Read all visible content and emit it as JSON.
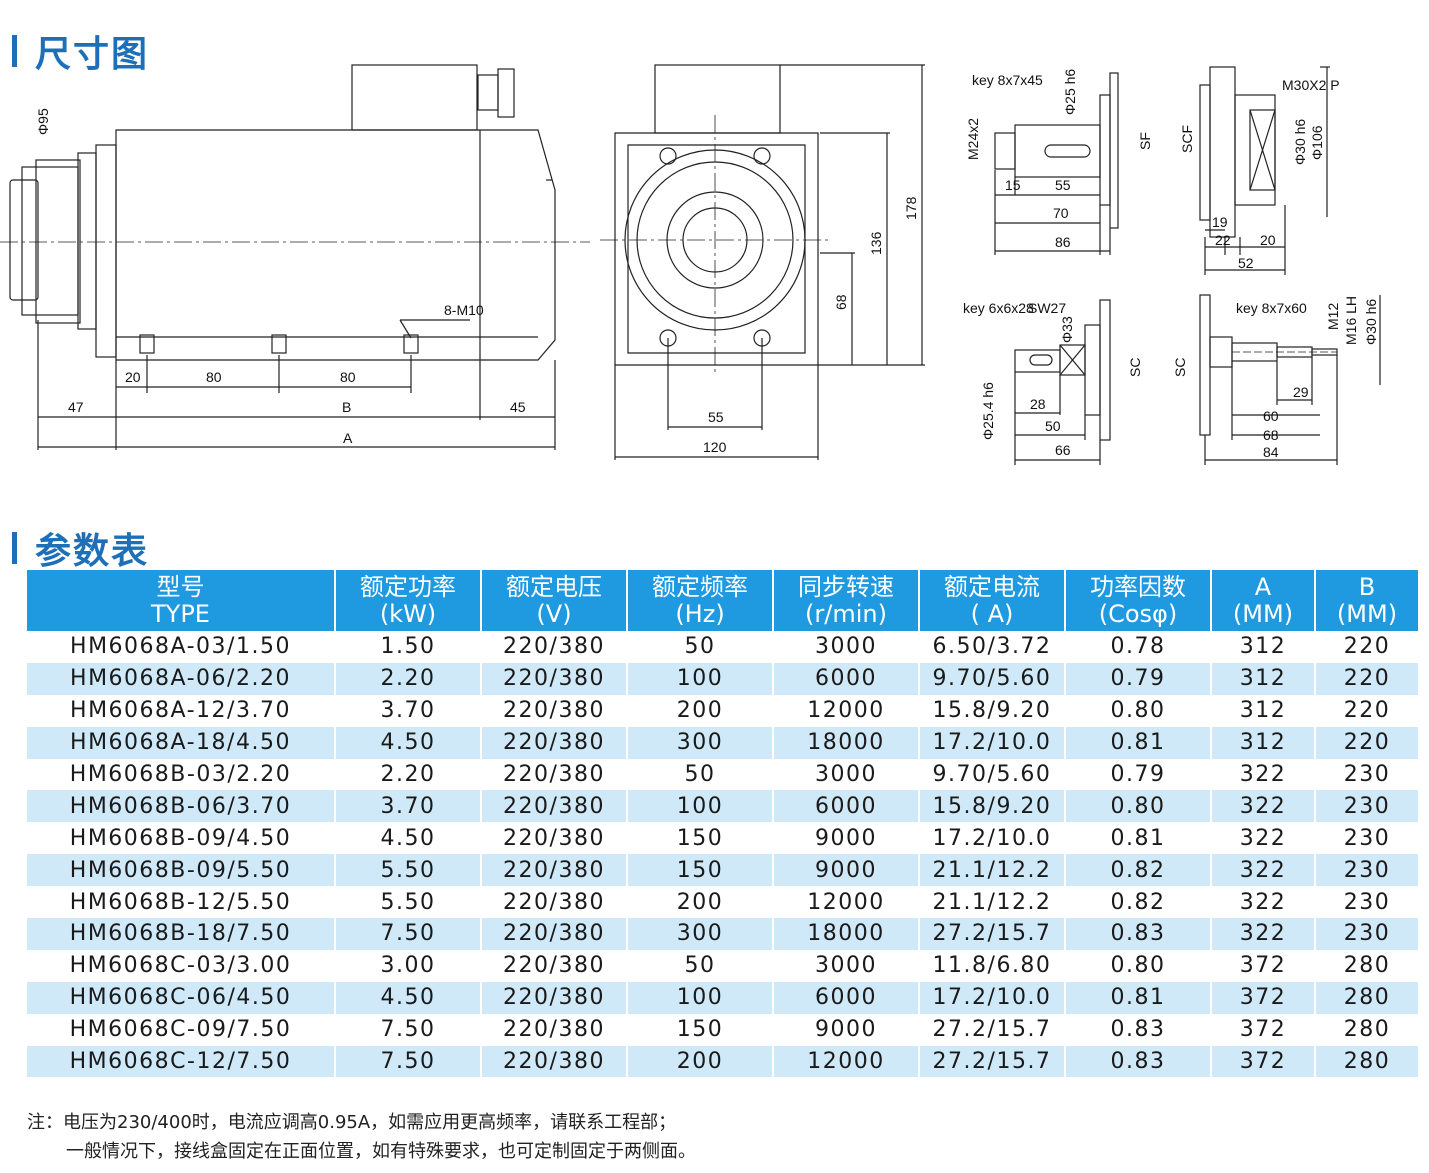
{
  "sections": {
    "dimensions_title": "尺寸图",
    "params_title": "参数表"
  },
  "drawing_labels": {
    "side_dia": "Φ95",
    "side_20": "20",
    "side_80a": "80",
    "side_80b": "80",
    "side_47": "47",
    "side_B": "B",
    "side_45": "45",
    "side_A": "A",
    "side_thread": "8-M10",
    "front_55": "55",
    "front_120": "120",
    "front_68": "68",
    "front_136": "136",
    "front_178": "178",
    "sf_key": "key 8x7x45",
    "sf_dia25": "Φ25 h6",
    "sf_m24": "M24x2",
    "sf_15": "15",
    "sf_55": "55",
    "sf_70": "70",
    "sf_86": "86",
    "sf_label": "SF",
    "scf_label": "SCF",
    "scf_m30": "M30X2 P",
    "scf_dia30": "Φ30 h6",
    "scf_dia106": "Φ106",
    "scf_19": "19",
    "scf_22": "22",
    "scf_20": "20",
    "scf_52": "52",
    "sc1_key": "key 6x6x28",
    "sc1_sw": "SW27",
    "sc1_dia33": "Φ33",
    "sc1_dia254": "Φ25.4 h6",
    "sc1_28": "28",
    "sc1_50": "50",
    "sc1_66": "66",
    "sc1_label": "SC",
    "sc2_label": "SC",
    "sc2_key": "key 8x7x60",
    "sc2_m12": "M12",
    "sc2_m16": "M16 LH",
    "sc2_dia30": "Φ30 h6",
    "sc2_29": "29",
    "sc2_60": "60",
    "sc2_68": "68",
    "sc2_84": "84"
  },
  "table": {
    "headers": [
      {
        "cn": "型号",
        "en": "TYPE"
      },
      {
        "cn": "额定功率",
        "en": "(kW)"
      },
      {
        "cn": "额定电压",
        "en": "(V)"
      },
      {
        "cn": "额定频率",
        "en": "(Hz)"
      },
      {
        "cn": "同步转速",
        "en": "(r/min)"
      },
      {
        "cn": "额定电流",
        "en": "( A)"
      },
      {
        "cn": "功率因数",
        "en": "(Cosφ)"
      },
      {
        "cn": "A",
        "en": "(MM)"
      },
      {
        "cn": "B",
        "en": "(MM)"
      }
    ],
    "rows": [
      [
        "HM6068A-03/1.50",
        "1.50",
        "220/380",
        "50",
        "3000",
        "6.50/3.72",
        "0.78",
        "312",
        "220"
      ],
      [
        "HM6068A-06/2.20",
        "2.20",
        "220/380",
        "100",
        "6000",
        "9.70/5.60",
        "0.79",
        "312",
        "220"
      ],
      [
        "HM6068A-12/3.70",
        "3.70",
        "220/380",
        "200",
        "12000",
        "15.8/9.20",
        "0.80",
        "312",
        "220"
      ],
      [
        "HM6068A-18/4.50",
        "4.50",
        "220/380",
        "300",
        "18000",
        "17.2/10.0",
        "0.81",
        "312",
        "220"
      ],
      [
        "HM6068B-03/2.20",
        "2.20",
        "220/380",
        "50",
        "3000",
        "9.70/5.60",
        "0.79",
        "322",
        "230"
      ],
      [
        "HM6068B-06/3.70",
        "3.70",
        "220/380",
        "100",
        "6000",
        "15.8/9.20",
        "0.80",
        "322",
        "230"
      ],
      [
        "HM6068B-09/4.50",
        "4.50",
        "220/380",
        "150",
        "9000",
        "17.2/10.0",
        "0.81",
        "322",
        "230"
      ],
      [
        "HM6068B-09/5.50",
        "5.50",
        "220/380",
        "150",
        "9000",
        "21.1/12.2",
        "0.82",
        "322",
        "230"
      ],
      [
        "HM6068B-12/5.50",
        "5.50",
        "220/380",
        "200",
        "12000",
        "21.1/12.2",
        "0.82",
        "322",
        "230"
      ],
      [
        "HM6068B-18/7.50",
        "7.50",
        "220/380",
        "300",
        "18000",
        "27.2/15.7",
        "0.83",
        "322",
        "230"
      ],
      [
        "HM6068C-03/3.00",
        "3.00",
        "220/380",
        "50",
        "3000",
        "11.8/6.80",
        "0.80",
        "372",
        "280"
      ],
      [
        "HM6068C-06/4.50",
        "4.50",
        "220/380",
        "100",
        "6000",
        "17.2/10.0",
        "0.81",
        "372",
        "280"
      ],
      [
        "HM6068C-09/7.50",
        "7.50",
        "220/380",
        "150",
        "9000",
        "27.2/15.7",
        "0.83",
        "372",
        "280"
      ],
      [
        "HM6068C-12/7.50",
        "7.50",
        "220/380",
        "200",
        "12000",
        "27.2/15.7",
        "0.83",
        "372",
        "280"
      ]
    ]
  },
  "notes": {
    "line1": "注：电压为230/400时，电流应调高0.95A，如需应用更高频率，请联系工程部；",
    "line2": "一般情况下，接线盒固定在正面位置，如有特殊要求，也可定制固定于两侧面。"
  }
}
